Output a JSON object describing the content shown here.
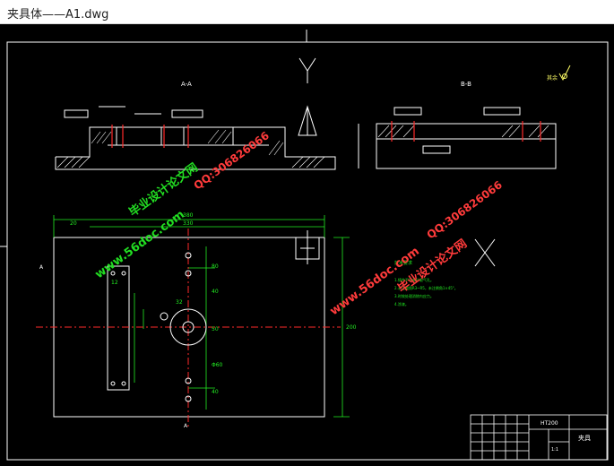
{
  "window": {
    "title": "夹具体——A1.dwg"
  },
  "drawing": {
    "section_a": "A-A",
    "section_b": "B-B",
    "section_mark_a": "A",
    "roughness_note": "其余",
    "material": "HT200",
    "title_label": "夹具",
    "scale_label": "1:1",
    "dims": {
      "overall_width": "380",
      "width_inner": "330",
      "d_left": "20",
      "d_height": "200",
      "d_pitch": "80",
      "d_pitch2": "50",
      "d_center": "32",
      "d_bore": "Φ60",
      "d_slot": "12",
      "d_right_top": "40",
      "d_right_bottom": "40"
    },
    "tech_notes": [
      "技术要求",
      "1.铸件不得有砂眼气孔。",
      "2.未注圆角R3~R5，未注倒角1×45°。",
      "3.时效处理消除内应力。",
      "4.涂漆。"
    ],
    "watermarks": {
      "site": "www.56doc.com",
      "qq": "QQ:306826066",
      "brand": "毕业设计论文网"
    }
  }
}
